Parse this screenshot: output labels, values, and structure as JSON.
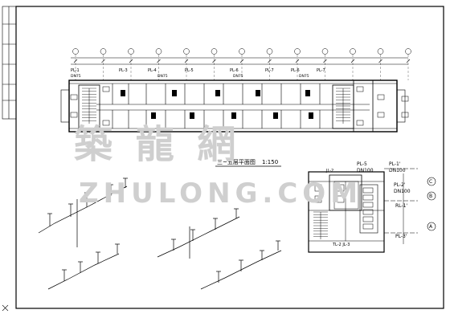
{
  "plan_title": "三~五层平面图",
  "plan_scale": "1:150",
  "pipe_labels_top": [
    "PL-1",
    "PL-3",
    "PL-4",
    "PL-5",
    "PL-6",
    "PL-7",
    "PL-6",
    "PL-7"
  ],
  "pipe_dn_top": "DN75",
  "detail_labels": {
    "pl5": "PL-5",
    "dn100_a": "DN100",
    "pl1p": "PL-1'",
    "dn100_b": "DN100",
    "jl2": "JL-2",
    "pl2p": "PL-2'",
    "dn100_c": "DN100",
    "rl1p": "RL-1'",
    "pl3p": "PL-3'",
    "bottom": "TL-2 JL-3"
  },
  "axis_marks": [
    "C",
    "B",
    "A"
  ],
  "watermark": {
    "chinese": "築 龍 網",
    "latin": "ZHULONG.COM"
  }
}
